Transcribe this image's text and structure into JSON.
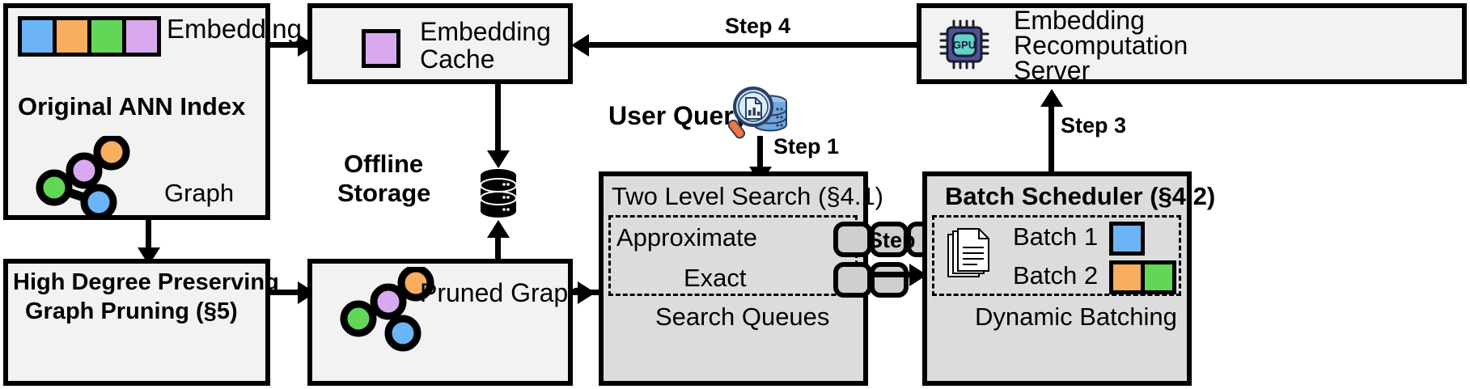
{
  "diagram": {
    "title": "ANN index serving pipeline with embedding recomputation",
    "colors": {
      "blue": "#6cb4f5",
      "orange": "#f7ae5e",
      "green": "#62d757",
      "purple": "#d9a9ef",
      "box_fill": "#f2f2f2",
      "box_fill_shaded": "#dcdcdc",
      "slot_fill": "#cfcfcf",
      "stroke": "#000000",
      "gpu_body": "#4a5597",
      "gpu_core": "#5ed4cc",
      "query_icon_blue": "#5b9bd5",
      "query_icon_handle": "#f4753b"
    }
  },
  "ann_index": {
    "embedding_label": "Embedding",
    "title": "Original ANN Index",
    "graph_label": "Graph",
    "swatches": [
      "blue",
      "orange",
      "green",
      "purple"
    ],
    "nodes": [
      "orange",
      "purple",
      "green",
      "blue"
    ]
  },
  "embedding_cache": {
    "title_line1": "Embedding",
    "title_line2": "Cache",
    "swatch": "purple"
  },
  "offline_storage": {
    "label_line1": "Offline",
    "label_line2": "Storage",
    "icon": "database-cylinder-icon"
  },
  "pruning": {
    "line1": "High Degree Preserving",
    "line2": "Graph Pruning (§5)"
  },
  "pruned_graph": {
    "label": "Pruned Graph",
    "nodes": [
      "orange",
      "purple",
      "green",
      "blue"
    ]
  },
  "user_query": {
    "label": "User Query",
    "icon": "search-database-icon"
  },
  "two_level_search": {
    "title": "Two Level Search (§4.1)",
    "rows": [
      {
        "label": "Approximate",
        "slots": 3
      },
      {
        "label": "Exact",
        "slots": 2
      }
    ],
    "footer": "Search Queues"
  },
  "batch_scheduler": {
    "title": "Batch Scheduler (§4.2)",
    "icon": "documents-stack-icon",
    "batches": [
      {
        "label": "Batch 1",
        "swatches": [
          "blue"
        ]
      },
      {
        "label": "Batch 2",
        "swatches": [
          "orange",
          "green"
        ]
      }
    ],
    "footer": "Dynamic Batching"
  },
  "recomputation_server": {
    "line1": "Embedding",
    "line2": "Recomputation",
    "line3": "Server",
    "icon": "gpu-chip-icon",
    "icon_text": "GPU"
  },
  "steps": {
    "step1": "Step 1",
    "step2": "Step 2",
    "step3": "Step 3",
    "step4": "Step 4"
  }
}
